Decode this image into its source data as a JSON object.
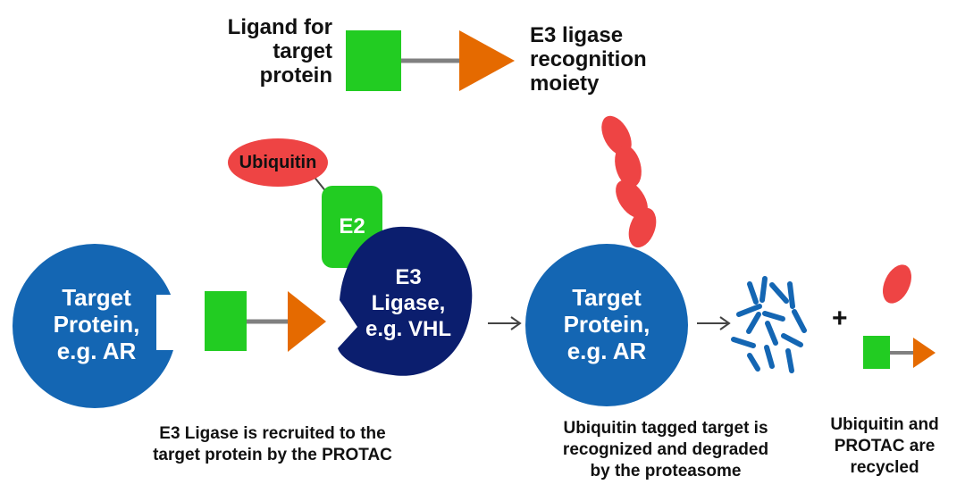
{
  "legend": {
    "ligand_label": [
      "Ligand for",
      "target",
      "protein"
    ],
    "e3_moiety_label": [
      "E3 ligase",
      "recognition",
      "moiety"
    ]
  },
  "step1": {
    "target_protein": [
      "Target",
      "Protein,",
      "e.g. AR"
    ],
    "ubiquitin": "Ubiquitin",
    "e2": "E2",
    "e3_ligase": [
      "E3",
      "Ligase,",
      "e.g. VHL"
    ],
    "caption": [
      "E3 Ligase is recruited to the",
      "target protein by the PROTAC"
    ]
  },
  "step2": {
    "target_protein": [
      "Target",
      "Protein,",
      "e.g. AR"
    ],
    "caption": [
      "Ubiquitin tagged target is",
      "recognized and degraded",
      "by the proteasome"
    ]
  },
  "step3": {
    "plus": "+",
    "caption": [
      "Ubiquitin and",
      "PROTAC are",
      "recycled"
    ]
  },
  "colors": {
    "target_protein": "#1466b3",
    "e3_ligase": "#0b1e6e",
    "e2": "#22cc22",
    "ligand": "#22cc22",
    "e3_moiety": "#e56a00",
    "ubiquitin": "#ee4444",
    "linker": "#808080",
    "fragments": "#1466b3",
    "arrow": "#444444"
  }
}
